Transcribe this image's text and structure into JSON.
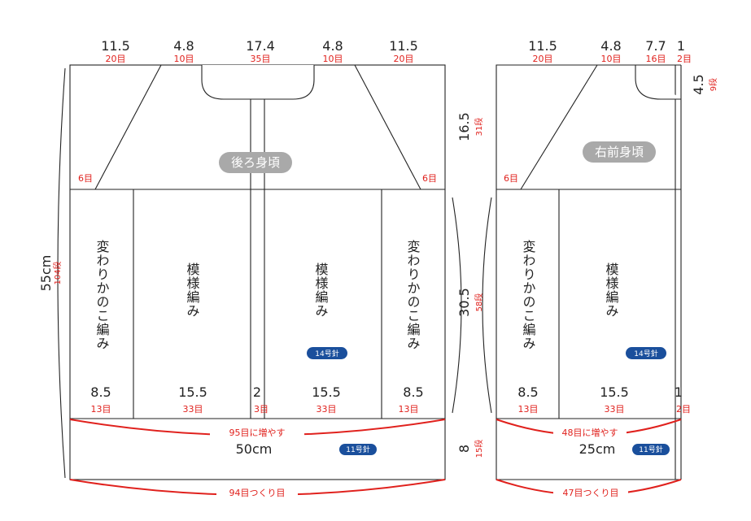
{
  "back": {
    "top_dims": [
      "11.5",
      "4.8",
      "17.4",
      "4.8",
      "11.5"
    ],
    "top_stitches": [
      "20目",
      "10目",
      "35目",
      "10目",
      "20目"
    ],
    "label": "後ろ身頃",
    "armhole_left": "6目",
    "armhole_right": "6目",
    "height_total_cm": "55cm",
    "height_total_rows": "104段",
    "yoke_height_cm": "16.5",
    "yoke_height_rows": "31段",
    "body_height_cm": "30.5",
    "body_height_rows": "58段",
    "hem_height_cm": "8",
    "hem_height_rows": "15段",
    "col_labels": [
      "変わりかのこ編み",
      "模様編み",
      "模様編み",
      "変わりかのこ編み"
    ],
    "needle_body": "14号針",
    "bottom_dims": [
      "8.5",
      "15.5",
      "2",
      "15.5",
      "8.5"
    ],
    "bottom_stitches": [
      "13目",
      "33目",
      "3目",
      "33目",
      "13目"
    ],
    "increase": "95目に増やす",
    "hem_width": "50cm",
    "needle_hem": "11号針",
    "cast_on": "94目つくり目"
  },
  "front": {
    "top_dims": [
      "11.5",
      "4.8",
      "7.7",
      "1"
    ],
    "top_stitches": [
      "20目",
      "10目",
      "16目",
      "2目"
    ],
    "neck_height_cm": "4.5",
    "neck_height_rows": "9段",
    "label": "右前身頃",
    "armhole": "6目",
    "col_labels": [
      "変わりかのこ編み",
      "模様編み"
    ],
    "needle_body": "14号針",
    "bottom_dims": [
      "8.5",
      "15.5",
      "1"
    ],
    "bottom_stitches": [
      "13目",
      "33目",
      "2目"
    ],
    "increase": "48目に増やす",
    "hem_width": "25cm",
    "needle_hem": "11号針",
    "cast_on": "47目つくり目"
  },
  "colors": {
    "stitch_text": "#e0211d",
    "needle_badge": "#1a4f9c",
    "label_badge": "#a9a9a9",
    "line": "#222222"
  }
}
